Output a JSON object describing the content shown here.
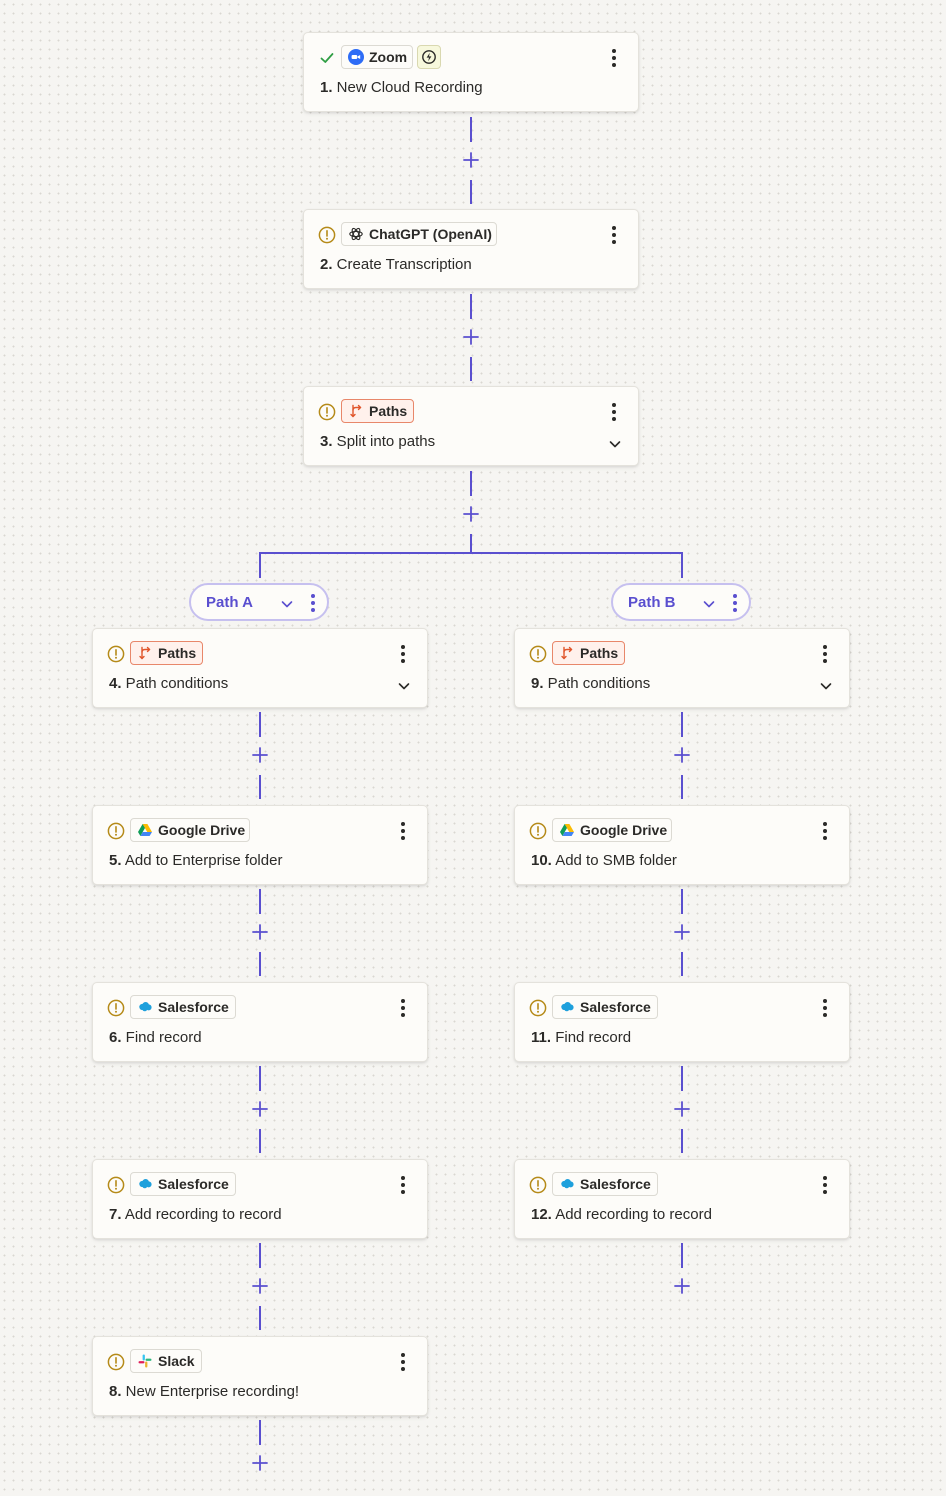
{
  "colors": {
    "connector": "#5a4fcf",
    "check": "#2f9e44",
    "warning": "#b58a18",
    "paths_accent": "#e0552b",
    "path_label_border": "#c6c0ef"
  },
  "steps": [
    {
      "id": "1",
      "number": "1.",
      "title": "New Cloud Recording",
      "app": "Zoom",
      "icon": "zoom-icon",
      "status": "check",
      "extra": "bolt"
    },
    {
      "id": "2",
      "number": "2.",
      "title": "Create Transcription",
      "app": "ChatGPT (OpenAI)",
      "icon": "openai-icon",
      "status": "warning"
    },
    {
      "id": "3",
      "number": "3.",
      "title": "Split into paths",
      "app": "Paths",
      "icon": "paths-icon",
      "status": "warning",
      "chevron": true
    },
    {
      "id": "4",
      "number": "4.",
      "title": "Path conditions",
      "app": "Paths",
      "icon": "paths-icon",
      "status": "warning",
      "chevron": true
    },
    {
      "id": "5",
      "number": "5.",
      "title": "Add to Enterprise folder",
      "app": "Google Drive",
      "icon": "google-drive-icon",
      "status": "warning"
    },
    {
      "id": "6",
      "number": "6.",
      "title": "Find record",
      "app": "Salesforce",
      "icon": "salesforce-icon",
      "status": "warning"
    },
    {
      "id": "7",
      "number": "7.",
      "title": "Add recording to record",
      "app": "Salesforce",
      "icon": "salesforce-icon",
      "status": "warning"
    },
    {
      "id": "8",
      "number": "8.",
      "title": "New Enterprise recording!",
      "app": "Slack",
      "icon": "slack-icon",
      "status": "warning"
    },
    {
      "id": "9",
      "number": "9.",
      "title": "Path conditions",
      "app": "Paths",
      "icon": "paths-icon",
      "status": "warning",
      "chevron": true
    },
    {
      "id": "10",
      "number": "10.",
      "title": "Add to SMB folder",
      "app": "Google Drive",
      "icon": "google-drive-icon",
      "status": "warning"
    },
    {
      "id": "11",
      "number": "11.",
      "title": "Find record",
      "app": "Salesforce",
      "icon": "salesforce-icon",
      "status": "warning"
    },
    {
      "id": "12",
      "number": "12.",
      "title": "Add recording to record",
      "app": "Salesforce",
      "icon": "salesforce-icon",
      "status": "warning"
    }
  ],
  "paths": [
    {
      "id": "a",
      "label": "Path A"
    },
    {
      "id": "b",
      "label": "Path B"
    }
  ]
}
